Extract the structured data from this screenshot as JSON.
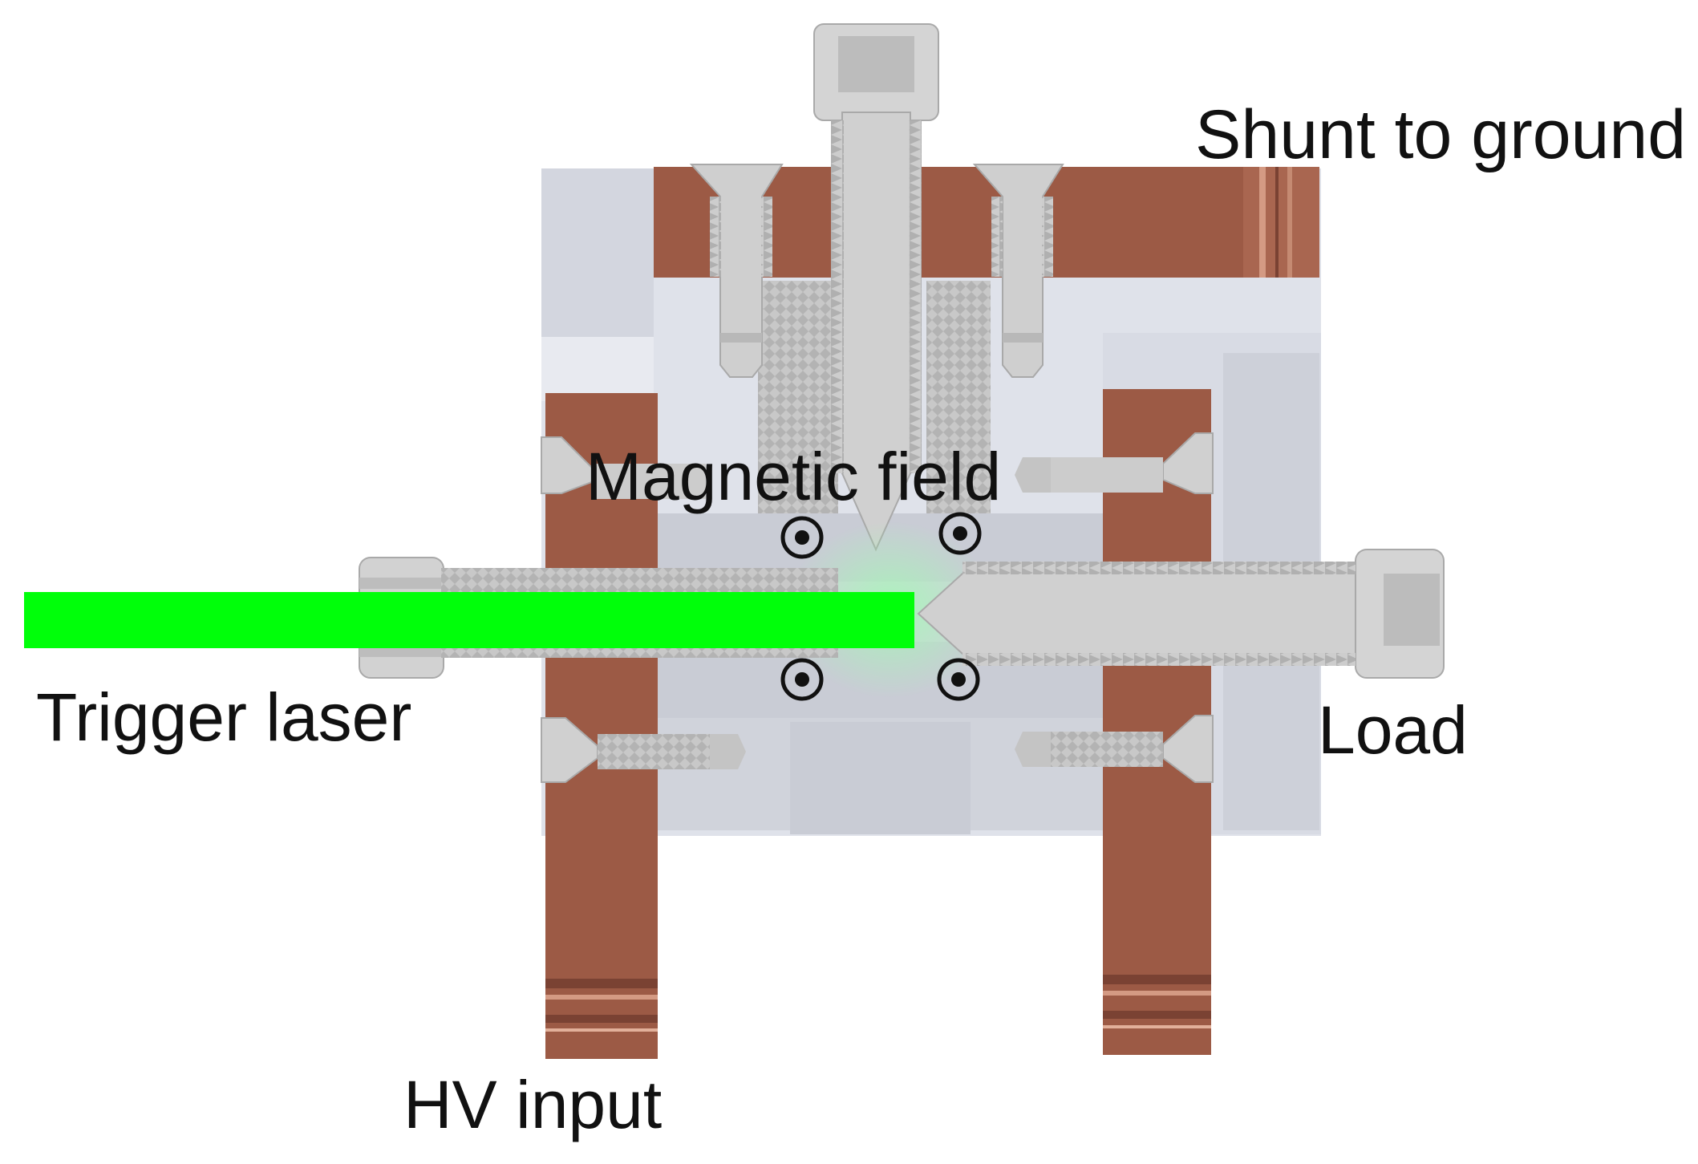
{
  "labels": {
    "shunt": "Shunt to ground",
    "magnetic": "Magnetic field",
    "trigger": "Trigger laser",
    "load": "Load",
    "hv": "HV input"
  },
  "colors": {
    "copper": "#9c5a45",
    "copper_dark": "#7a4233",
    "body": "#dfe2ea",
    "body_shadow": "#c9ccd6",
    "screw": "#cfcfcf",
    "screw_dark": "#a9a9a9",
    "laser": "#00ff0a",
    "text": "#111111"
  },
  "markers": {
    "field_direction": "out-of-page",
    "count": 4
  }
}
